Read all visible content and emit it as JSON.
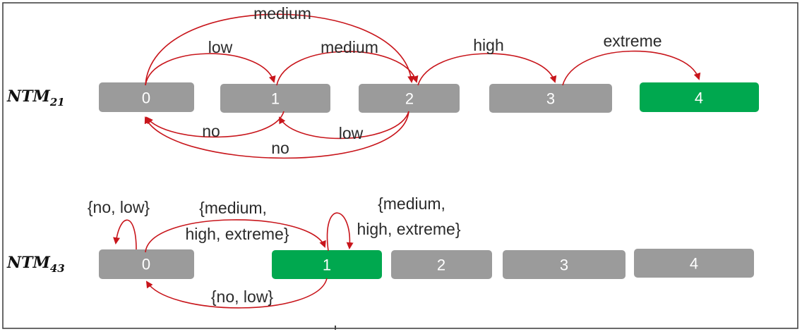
{
  "colors": {
    "state_default": "#9b9b9b",
    "state_highlight": "#00a84f",
    "edge": "#c8151b",
    "frame": "#444444"
  },
  "rows": [
    {
      "label_main": "NTM",
      "label_sub": "21",
      "states": [
        {
          "label": "0",
          "highlight": false
        },
        {
          "label": "1",
          "highlight": false
        },
        {
          "label": "2",
          "highlight": false
        },
        {
          "label": "3",
          "highlight": false
        },
        {
          "label": "4",
          "highlight": true
        }
      ],
      "transitions": [
        {
          "from": "0",
          "to": "2",
          "label": "medium"
        },
        {
          "from": "0",
          "to": "1",
          "label": "low"
        },
        {
          "from": "1",
          "to": "2",
          "label": "medium"
        },
        {
          "from": "2",
          "to": "3",
          "label": "high"
        },
        {
          "from": "3",
          "to": "4",
          "label": "extreme"
        },
        {
          "from": "1",
          "to": "0",
          "label": "no"
        },
        {
          "from": "2",
          "to": "1",
          "label": "low"
        },
        {
          "from": "2",
          "to": "0",
          "label": "no"
        }
      ]
    },
    {
      "label_main": "NTM",
      "label_sub": "43",
      "states": [
        {
          "label": "0",
          "highlight": false
        },
        {
          "label": "1",
          "highlight": true
        },
        {
          "label": "2",
          "highlight": false
        },
        {
          "label": "3",
          "highlight": false
        },
        {
          "label": "4",
          "highlight": false
        }
      ],
      "transitions": [
        {
          "from": "0",
          "to": "0",
          "label": "{no, low}"
        },
        {
          "from": "0",
          "to": "1",
          "label_lines": [
            "{medium,",
            "high, extreme}"
          ]
        },
        {
          "from": "1",
          "to": "1",
          "label_lines": [
            "{medium,",
            "high, extreme}"
          ]
        },
        {
          "from": "1",
          "to": "0",
          "label": "{no, low}"
        }
      ]
    }
  ]
}
